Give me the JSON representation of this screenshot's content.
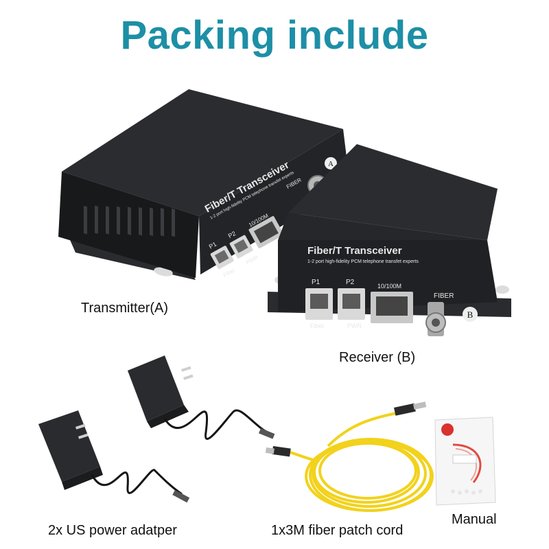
{
  "title": "Packing include",
  "transmitter": {
    "caption": "Transmitter(A)",
    "brand": "Fiber/T Transceiver",
    "subtitle": "1-2 port high-fidelity PCM telephone transfet experts",
    "port_p1": "P1",
    "port_p2": "P2",
    "port_lan": "10/100M",
    "port_fiber": "FIBER",
    "led_fiber": "Fiber",
    "led_pwr": "PWR",
    "unit_badge": "A"
  },
  "receiver": {
    "caption": "Receiver (B)",
    "brand": "Fiber/T Transceiver",
    "subtitle": "1-2 port high-fidelity PCM telephone transfet experts",
    "port_p1": "P1",
    "port_p2": "P2",
    "port_lan": "10/100M",
    "port_fiber": "FIBER",
    "led_fiber": "Fiber",
    "led_pwr": "PWR",
    "unit_badge": "B"
  },
  "power_adapter": {
    "caption": "2x US power adatper"
  },
  "patch_cord": {
    "caption": "1x3M fiber patch cord"
  },
  "manual": {
    "caption": "Manual"
  },
  "colors": {
    "title": "#1d8fa6",
    "device_body": "#1e1f22",
    "cable_yellow": "#f2d21b",
    "manual_red": "#d8322f"
  }
}
